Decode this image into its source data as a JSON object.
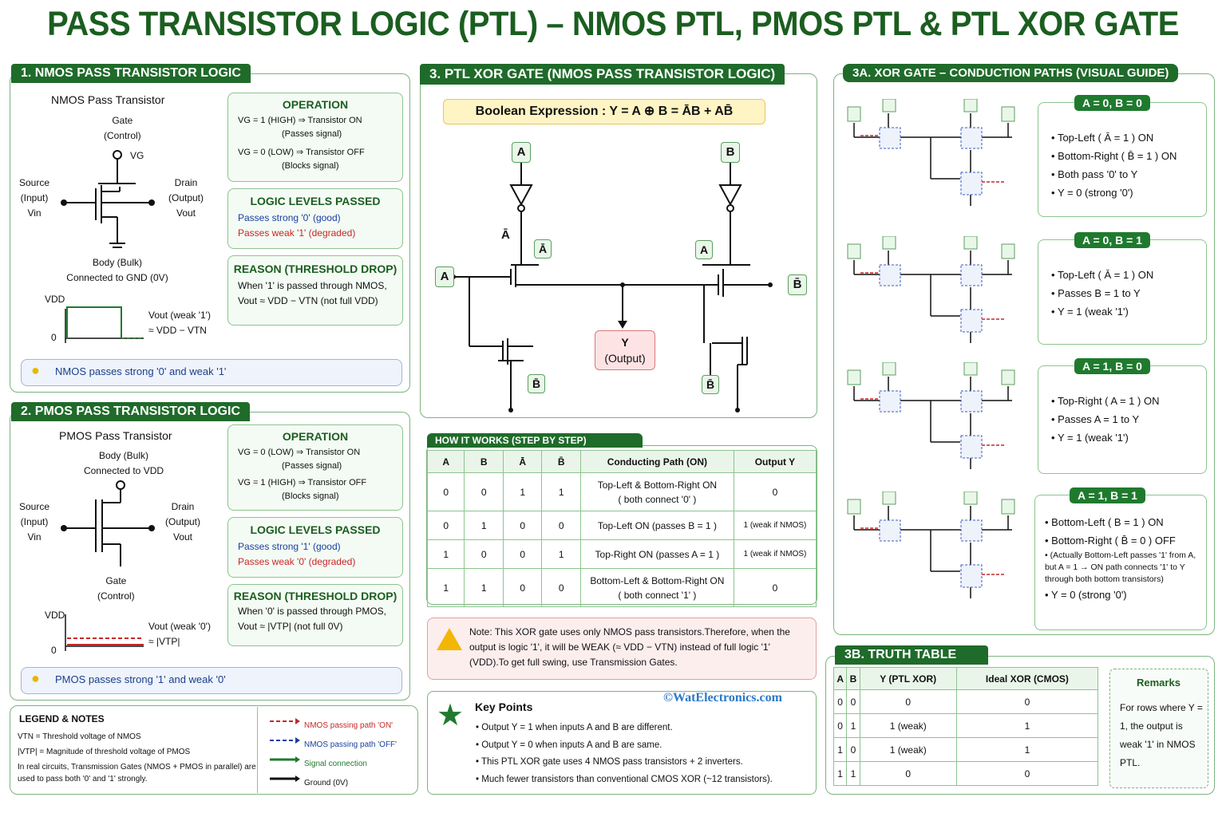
{
  "title": "PASS TRANSISTOR LOGIC (PTL) – NMOS PTL, PMOS PTL & PTL XOR GATE",
  "s1": {
    "tab": "1. NMOS PASS TRANSISTOR LOGIC",
    "sym_title": "NMOS Pass Transistor",
    "gate": "Gate",
    "gate2": "(Control)",
    "vg": "VG",
    "source": "Source",
    "source2": "(Input)",
    "vin": "Vin",
    "drain": "Drain",
    "drain2": "(Output)",
    "vout": "Vout",
    "body": "Body (Bulk)",
    "body2": "Connected to GND (0V)",
    "vdd": "VDD",
    "zero": "0",
    "wave1": "Vout (weak '1')",
    "wave2": "≈ VDD − VTN",
    "op_hd": "OPERATION",
    "op1": "VG = 1  (HIGH)   ⇒   Transistor ON",
    "op1b": "(Passes signal)",
    "op2": "VG = 0  (LOW)   ⇒   Transistor OFF",
    "op2b": "(Blocks signal)",
    "ll_hd": "LOGIC LEVELS PASSED",
    "ll1": "Passes strong '0' (good)",
    "ll2": "Passes weak '1' (degraded)",
    "re_hd": "REASON (THRESHOLD DROP)",
    "re1": "When '1' is passed through NMOS,",
    "re2": "Vout ≈ VDD − VTN  (not full VDD)",
    "tip": "NMOS passes strong '0' and weak '1'"
  },
  "s2": {
    "tab": "2. PMOS PASS TRANSISTOR LOGIC",
    "sym_title": "PMOS Pass Transistor",
    "body": "Body (Bulk)",
    "body2": "Connected to VDD",
    "source": "Source",
    "source2": "(Input)",
    "vin": "Vin",
    "drain": "Drain",
    "drain2": "(Output)",
    "vout": "Vout",
    "gate": "Gate",
    "gate2": "(Control)",
    "vdd": "VDD",
    "zero": "0",
    "wave1": "Vout (weak '0')",
    "wave2": "≈ |VTP|",
    "op_hd": "OPERATION",
    "op1": "VG = 0  (LOW)   ⇒   Transistor ON",
    "op1b": "(Passes signal)",
    "op2": "VG = 1  (HIGH)   ⇒   Transistor OFF",
    "op2b": "(Blocks signal)",
    "ll_hd": "LOGIC LEVELS PASSED",
    "ll1": "Passes strong '1' (good)",
    "ll2": "Passes weak '0' (degraded)",
    "re_hd": "REASON (THRESHOLD DROP)",
    "re1": "When '0' is passed through PMOS,",
    "re2": "Vout ≈ |VTP|   (not full 0V)",
    "tip": "PMOS passes strong '1' and weak '0'"
  },
  "legend": {
    "hd": "LEGEND & NOTES",
    "n1": "VTN  = Threshold voltage of NMOS",
    "n2": "|VTP| = Magnitude of threshold voltage of PMOS",
    "n3": "In real circuits, Transmission Gates (NMOS + PMOS in parallel) are used to pass both '0' and '1' strongly.",
    "l1": "NMOS passing path 'ON'",
    "l2": "NMOS passing path 'OFF'",
    "l3": "Signal connection",
    "l4": "Ground (0V)"
  },
  "s3": {
    "tab": "3. PTL XOR GATE (NMOS PASS TRANSISTOR LOGIC)",
    "bool": "Boolean Expression :  Y = A ⊕ B = ĀB + AB̄",
    "A": "A",
    "B": "B",
    "Abar": "Ā",
    "Bbar": "B̄",
    "Y": "Y",
    "Yout": "(Output)",
    "how_tab": "HOW IT WORKS (STEP BY STEP)",
    "how_head": [
      "A",
      "B",
      "Ā",
      "B̄",
      "Conducting Path (ON)",
      "Output Y"
    ],
    "how_rows": [
      [
        "0",
        "0",
        "1",
        "1",
        "Top-Left & Bottom-Right ON\n( both connect '0' )",
        "0"
      ],
      [
        "0",
        "1",
        "0",
        "0",
        "Top-Left ON (passes B = 1 )",
        "1 (weak if NMOS)"
      ],
      [
        "1",
        "0",
        "0",
        "1",
        "Top-Right ON (passes A = 1 )",
        "1 (weak if NMOS)"
      ],
      [
        "1",
        "1",
        "0",
        "0",
        "Bottom-Left & Bottom-Right ON\n( both connect '1' )",
        "0"
      ]
    ],
    "note": "Note: This XOR gate uses only NMOS pass transistors.Therefore, when the output is logic '1', it will be WEAK (≈ VDD − VTN) instead of full logic '1' (VDD).To get full swing, use Transmission Gates.",
    "kp_hd": "Key Points",
    "kp": [
      "Output Y = 1 when inputs A and B are different.",
      "Output Y = 0 when inputs A and B are same.",
      "This PTL XOR gate uses 4 NMOS pass transistors + 2 inverters.",
      "Much fewer transistors than conventional CMOS XOR (~12 transistors)."
    ],
    "watermark": "©WatElectronics.com"
  },
  "s3a": {
    "tab": "3A. XOR GATE – CONDUCTION PATHS (VISUAL GUIDE)",
    "cases": [
      {
        "hd": "A = 0, B = 0",
        "items": [
          "Top-Left ( Ā = 1 )  ON",
          "Bottom-Right ( B̄ = 1 ) ON",
          "Both pass '0' to Y",
          "Y = 0 (strong '0')"
        ]
      },
      {
        "hd": "A = 0, B = 1",
        "items": [
          "Top-Left ( Ā = 1 )  ON",
          "Passes B = 1 to Y",
          "Y = 1 (weak '1')"
        ]
      },
      {
        "hd": "A = 1, B = 0",
        "items": [
          "Top-Right ( A = 1 )  ON",
          "Passes A = 1 to Y",
          "Y = 1 (weak '1')"
        ]
      },
      {
        "hd": "A = 1, B = 1",
        "items": [
          "Bottom-Left ( B = 1 ) ON",
          "Bottom-Right ( B̄ = 0 ) OFF",
          "(Actually Bottom-Left passes '1' from A, but A = 1 → ON path connects '1' to Y through both bottom transistors)",
          "Y = 0 (strong '0')"
        ]
      }
    ]
  },
  "s3b": {
    "tab": "3B. TRUTH TABLE",
    "head": [
      "A",
      "B",
      "Y (PTL XOR)",
      "Ideal XOR (CMOS)"
    ],
    "rows": [
      [
        "0",
        "0",
        "0",
        "0"
      ],
      [
        "0",
        "1",
        "1 (weak)",
        "1"
      ],
      [
        "1",
        "0",
        "1 (weak)",
        "1"
      ],
      [
        "1",
        "1",
        "0",
        "0"
      ]
    ],
    "rem_hd": "Remarks",
    "rem": "For rows where Y = 1, the output is weak '1' in NMOS PTL."
  },
  "colors": {
    "green": "#1f6b2a",
    "border": "#7cb47f",
    "red": "#c62828",
    "blue": "#1a3fa0"
  }
}
